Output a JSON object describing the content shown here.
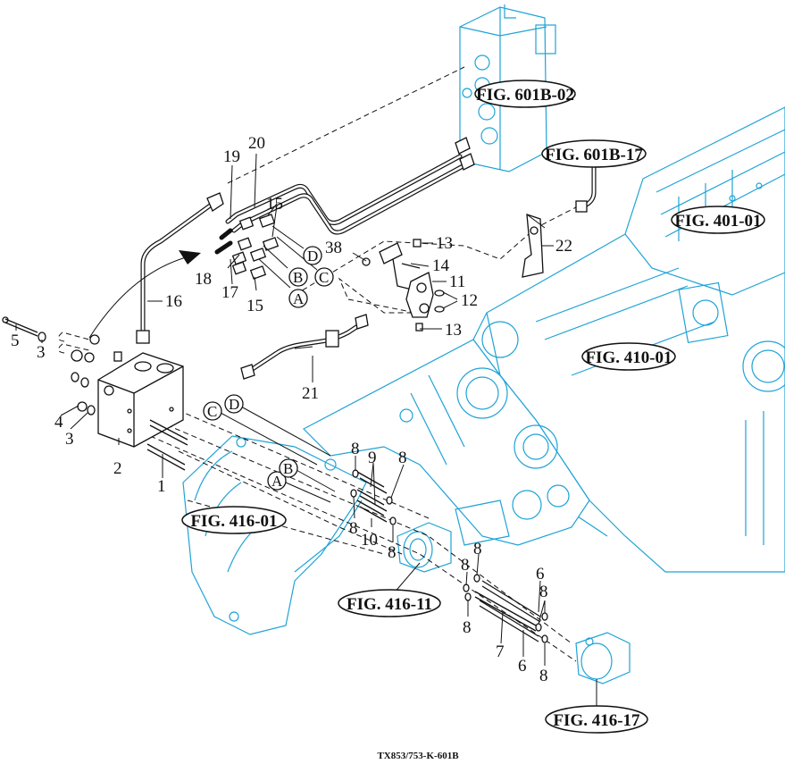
{
  "diagram": {
    "drawing_code": "TX853/753-K-601B",
    "figure_refs": [
      {
        "id": "fig-601b-02",
        "label": "FIG. 601B-02"
      },
      {
        "id": "fig-601b-17",
        "label": "FIG. 601B-17"
      },
      {
        "id": "fig-401-01",
        "label": "FIG. 401-01"
      },
      {
        "id": "fig-410-01",
        "label": "FIG. 410-01"
      },
      {
        "id": "fig-416-01",
        "label": "FIG. 416-01"
      },
      {
        "id": "fig-416-11",
        "label": "FIG. 416-11"
      },
      {
        "id": "fig-416-17",
        "label": "FIG. 416-17"
      }
    ],
    "connection_markers": [
      "A",
      "B",
      "C",
      "D"
    ],
    "part_callouts": [
      "1",
      "2",
      "3",
      "3",
      "4",
      "5",
      "6",
      "6",
      "7",
      "8",
      "8",
      "8",
      "8",
      "8",
      "8",
      "8",
      "8",
      "8",
      "8",
      "8",
      "8",
      "9",
      "10",
      "11",
      "12",
      "13",
      "13",
      "14",
      "15",
      "15",
      "16",
      "17",
      "18",
      "19",
      "20",
      "21",
      "22",
      "38"
    ],
    "colors": {
      "housing_line": "#1fa3d6",
      "parts_line": "#111111",
      "background": "#ffffff"
    }
  }
}
